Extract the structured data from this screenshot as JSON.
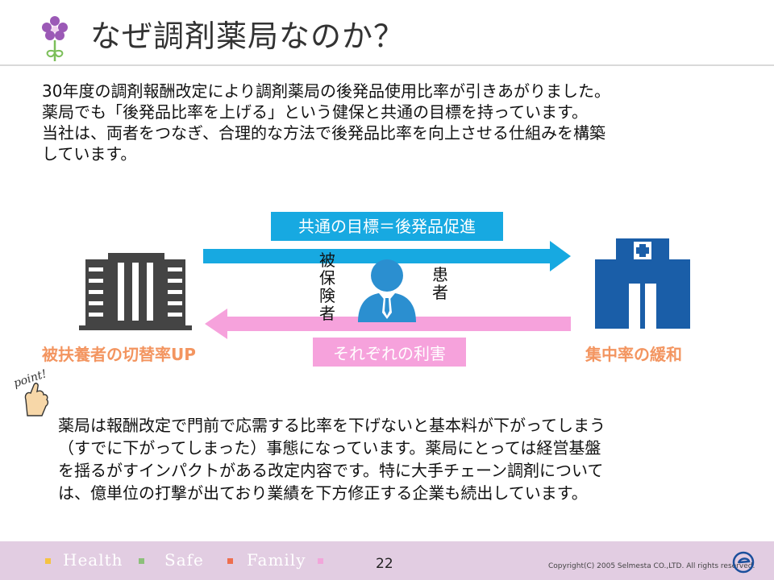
{
  "header": {
    "title": "なぜ調剤薬局なのか？"
  },
  "intro": {
    "lines": [
      "30年度の調剤報酬改定により調剤薬局の後発品使用比率が引きあがりました。",
      "薬局でも「後発品比率を上げる」という健保と共通の目標を持っています。",
      "当社は、両者をつなぎ、合理的な方法で後発品比率を向上させる仕組みを構築",
      "しています。"
    ]
  },
  "diagram": {
    "common_goal": "共通の目標＝後発品促進",
    "each_interest": "それぞれの利害",
    "left_label": "被扶養者の切替率UP",
    "right_label": "集中率の緩和",
    "insurer_vertical": [
      "被",
      "保",
      "険",
      "者"
    ],
    "patient_vertical": [
      "患",
      "者"
    ],
    "colors": {
      "blue": "#17a9e1",
      "pink": "#f6a2dc",
      "orange": "#f39560",
      "building_dark": "#444444",
      "hospital_blue": "#1a5ea8",
      "person_blue": "#2b8fd0"
    }
  },
  "body": {
    "lines": [
      "薬局は報酬改定で門前で応需する比率を下げないと基本料が下がってしまう",
      "（すでに下がってしまった）事態になっています。薬局にとっては経営基盤",
      "を揺るがすインパクトがある改定内容です。特に大手チェーン調剤について",
      "は、億単位の打撃が出ており業績を下方修正する企業も続出しています。"
    ]
  },
  "footer": {
    "items": [
      "Health",
      "Safe",
      "Family"
    ],
    "bullet_colors": [
      "#f5c342",
      "#8cc07a",
      "#ee6e4e",
      "#f1a6da"
    ],
    "page_number": "22",
    "copyright": "Copyright(C) 2005 Selmesta CO.,LTD.   All rights reserved."
  }
}
